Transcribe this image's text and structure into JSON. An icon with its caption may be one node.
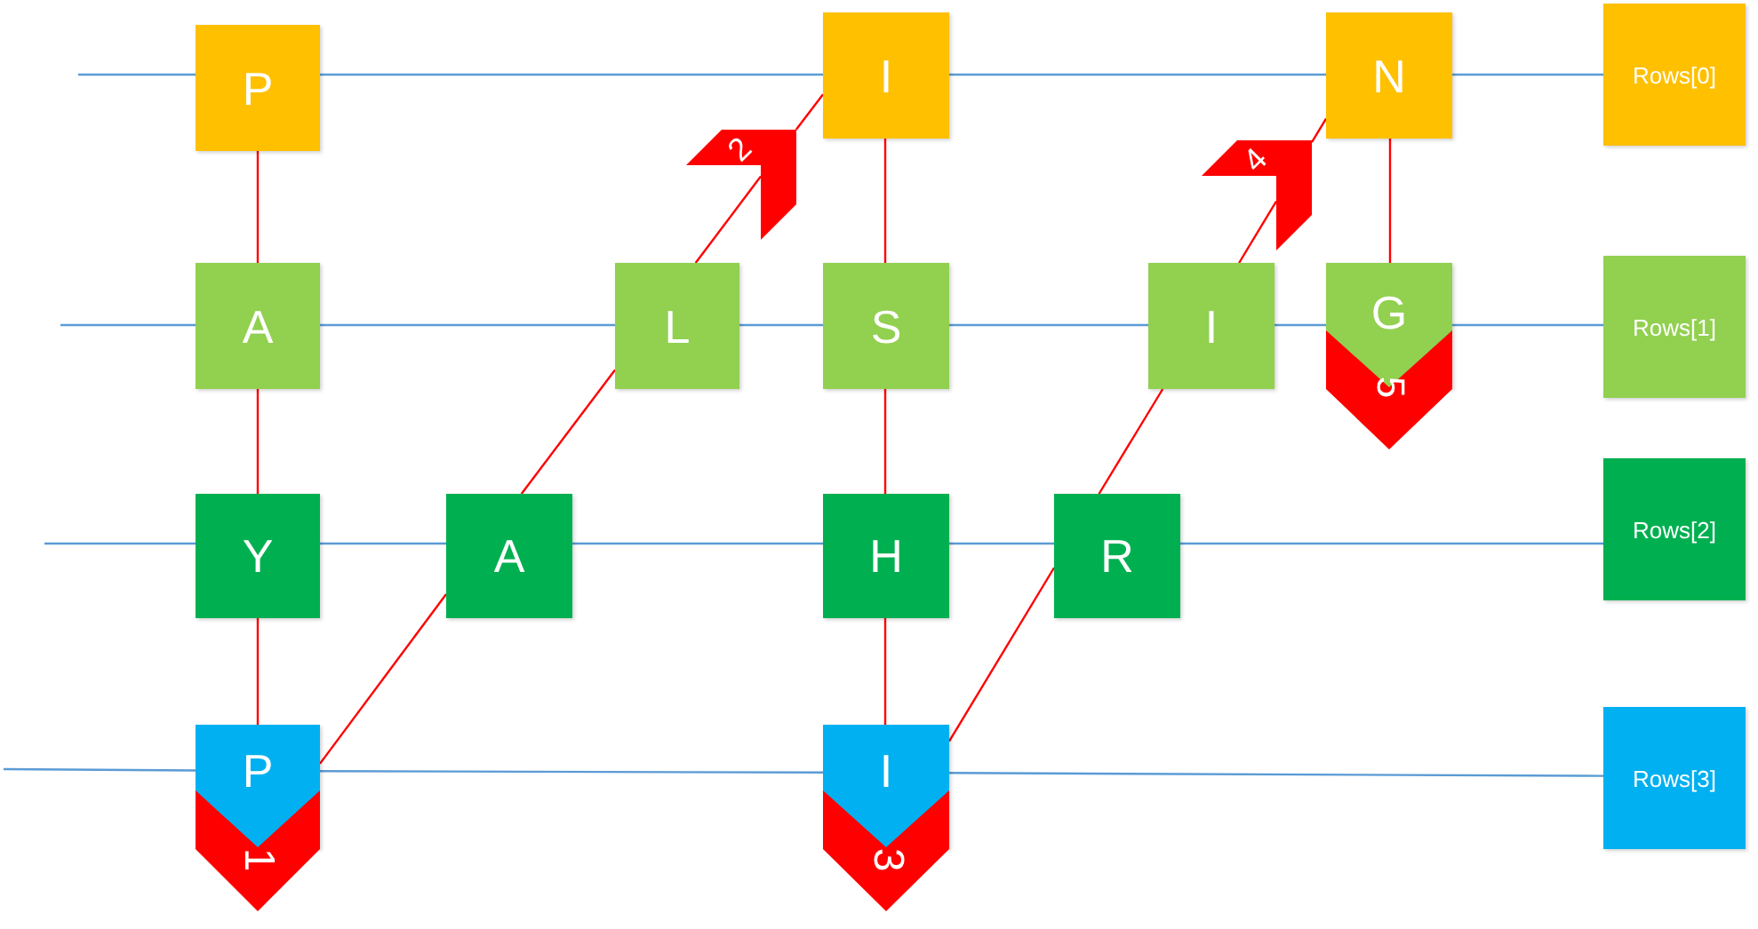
{
  "diagram": {
    "nodes": [
      {
        "text": [
          "P"
        ]
      },
      {
        "text": [
          "I"
        ]
      },
      {
        "text": [
          "N"
        ]
      },
      {
        "text": [
          "Rows[0]"
        ]
      },
      {
        "text": [
          "A"
        ]
      },
      {
        "text": [
          "L"
        ]
      },
      {
        "text": [
          "S"
        ]
      },
      {
        "text": [
          "I"
        ]
      },
      {
        "text": [
          "G"
        ]
      },
      {
        "text": [
          "Rows[1]"
        ]
      },
      {
        "text": [
          "Y"
        ]
      },
      {
        "text": [
          "A"
        ]
      },
      {
        "text": [
          "H"
        ]
      },
      {
        "text": [
          "R"
        ]
      },
      {
        "text": [
          "Rows[2]"
        ]
      },
      {
        "text": [
          "P"
        ]
      },
      {
        "text": [
          "I"
        ]
      },
      {
        "text": [
          "Rows[3]"
        ]
      },
      {
        "text": [
          "1"
        ]
      },
      {
        "text": [
          "2"
        ]
      },
      {
        "text": [
          "3"
        ]
      },
      {
        "text": [
          "4"
        ]
      },
      {
        "text": [
          "5"
        ]
      }
    ],
    "edges": [
      {
        "from": null,
        "to": 0,
        "arrow": "none"
      },
      {
        "from": 0,
        "to": 1,
        "arrow": "none"
      },
      {
        "from": 1,
        "to": 2,
        "arrow": "none"
      },
      {
        "from": 2,
        "to": 3,
        "arrow": "none"
      },
      {
        "from": null,
        "to": 4,
        "arrow": "none"
      },
      {
        "from": 4,
        "to": 5,
        "arrow": "none"
      },
      {
        "from": 5,
        "to": 6,
        "arrow": "none"
      },
      {
        "from": 6,
        "to": 7,
        "arrow": "none"
      },
      {
        "from": 7,
        "to": 8,
        "arrow": "none"
      },
      {
        "from": 8,
        "to": 9,
        "arrow": "none"
      },
      {
        "from": null,
        "to": 10,
        "arrow": "none"
      },
      {
        "from": 10,
        "to": 11,
        "arrow": "none"
      },
      {
        "from": 11,
        "to": 12,
        "arrow": "none"
      },
      {
        "from": 12,
        "to": 13,
        "arrow": "none"
      },
      {
        "from": 13,
        "to": 14,
        "arrow": "none"
      },
      {
        "from": null,
        "to": 15,
        "arrow": "none"
      },
      {
        "from": 15,
        "to": 16,
        "arrow": "none"
      },
      {
        "from": 16,
        "to": 17,
        "arrow": "none"
      },
      {
        "from": 0,
        "to": 4,
        "arrow": "none",
        "color": "#ff0000"
      },
      {
        "from": 4,
        "to": 10,
        "arrow": "none",
        "color": "#ff0000"
      },
      {
        "from": 10,
        "to": 15,
        "arrow": "none",
        "color": "#ff0000"
      },
      {
        "from": 15,
        "to": 11,
        "arrow": "none",
        "color": "#ff0000"
      },
      {
        "from": 11,
        "to": 5,
        "arrow": "none",
        "color": "#ff0000"
      },
      {
        "from": 5,
        "to": 19,
        "arrow": "none",
        "color": "#ff0000"
      },
      {
        "from": 19,
        "to": 1,
        "arrow": "none",
        "color": "#ff0000"
      },
      {
        "from": 1,
        "to": 6,
        "arrow": "none",
        "color": "#ff0000"
      },
      {
        "from": 6,
        "to": 12,
        "arrow": "none",
        "color": "#ff0000"
      },
      {
        "from": 12,
        "to": 16,
        "arrow": "none",
        "color": "#ff0000"
      },
      {
        "from": 16,
        "to": 13,
        "arrow": "none",
        "color": "#ff0000"
      },
      {
        "from": 13,
        "to": 7,
        "arrow": "none",
        "color": "#ff0000"
      },
      {
        "from": 7,
        "to": 21,
        "arrow": "none",
        "color": "#ff0000"
      },
      {
        "from": 21,
        "to": 2,
        "arrow": "none",
        "color": "#ff0000"
      },
      {
        "from": 2,
        "to": 8,
        "arrow": "none",
        "color": "#ff0000"
      }
    ]
  }
}
